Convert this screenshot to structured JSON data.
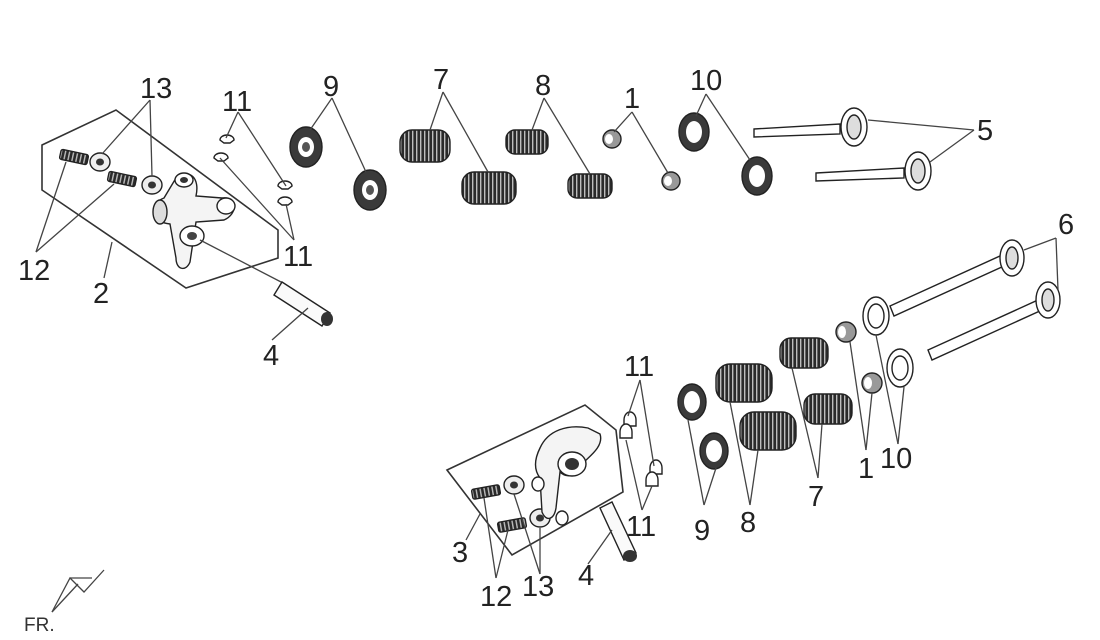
{
  "diagram": {
    "orientation_marker": "FR.",
    "callouts": {
      "label_1": "1",
      "label_2": "2",
      "label_3": "3",
      "label_4": "4",
      "label_5": "5",
      "label_6": "6",
      "label_7": "7",
      "label_8": "8",
      "label_9": "9",
      "label_10": "10",
      "label_11": "11",
      "label_12": "12",
      "label_13": "13"
    },
    "colors": {
      "line": "#444444",
      "part_dark": "#222222",
      "part_fill": "#ffffff"
    }
  }
}
